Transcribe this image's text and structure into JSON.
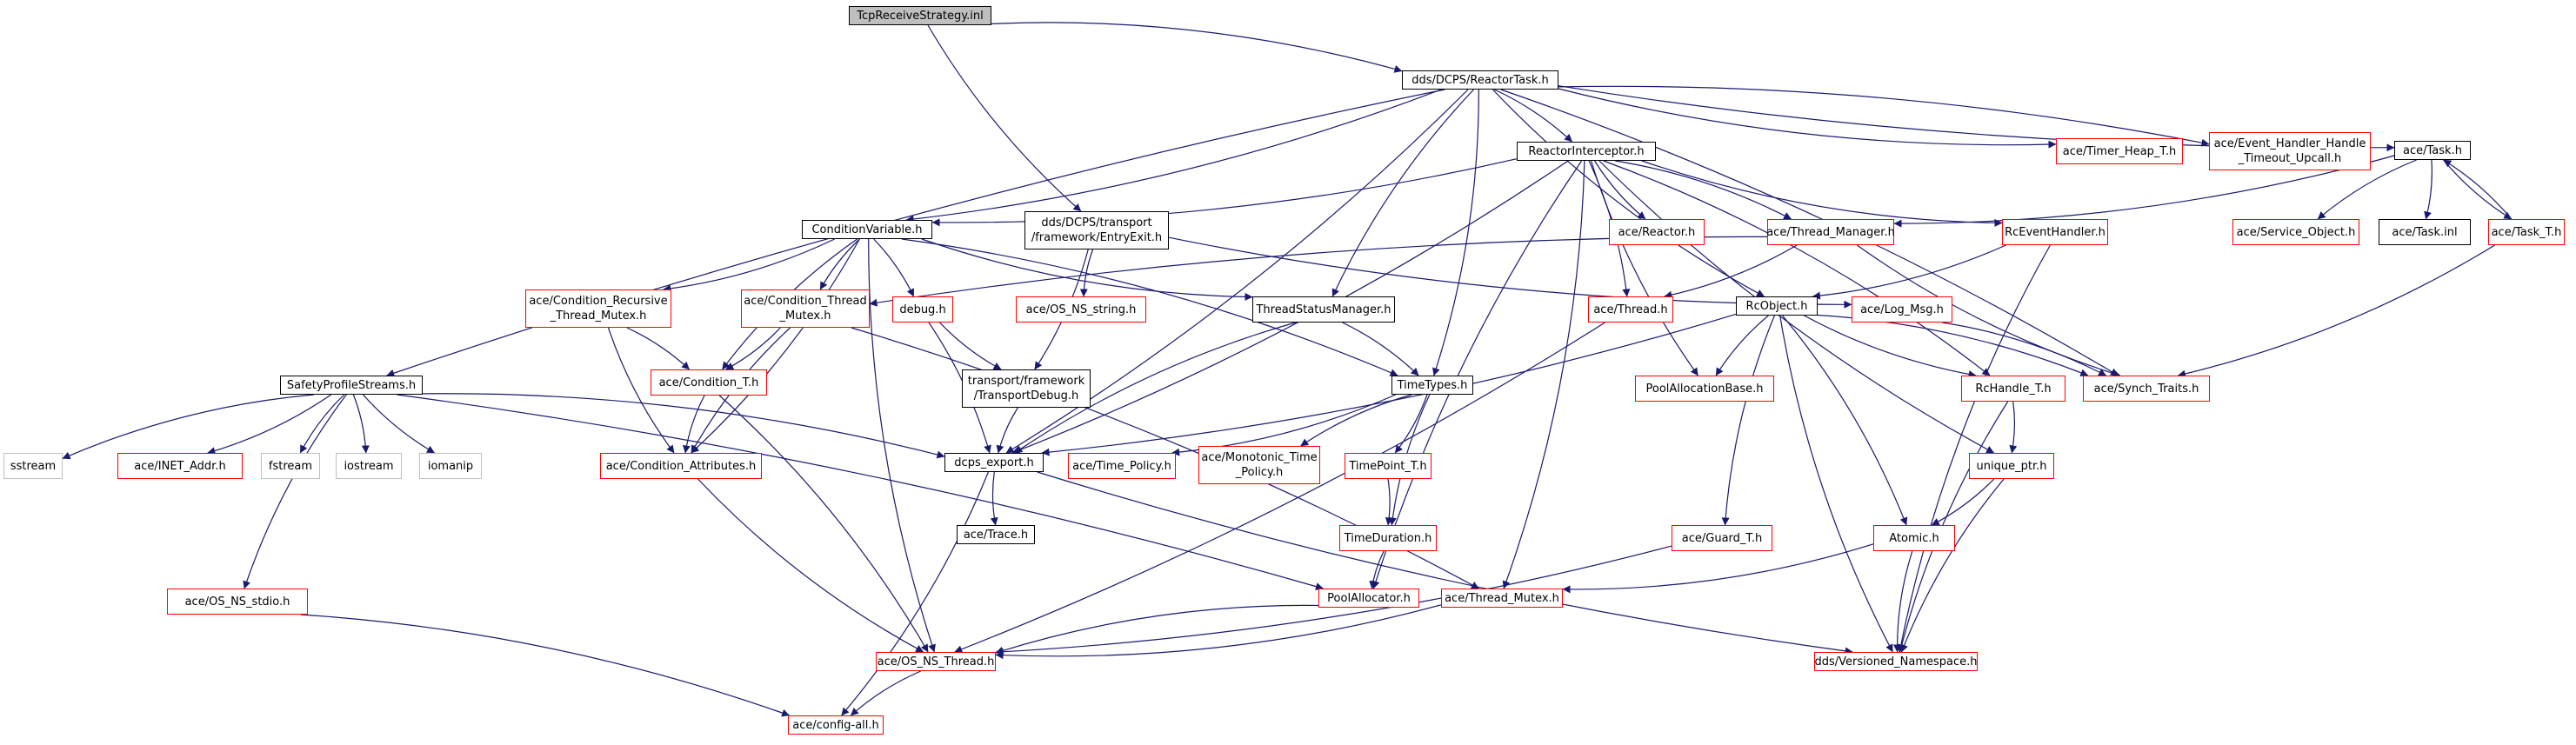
{
  "colors": {
    "edge": "#191970",
    "edge_outline": "#191970",
    "page_background": "#ffffff"
  },
  "graph": {
    "nodes": [
      {
        "id": "root",
        "label": "TcpReceiveStrategy.inl",
        "kind": "root"
      },
      {
        "id": "rtask",
        "label": "dds/DCPS/ReactorTask.h",
        "kind": "normal"
      },
      {
        "id": "entryexit",
        "label": "dds/DCPS/transport\n/framework/EntryExit.h",
        "kind": "normal"
      },
      {
        "id": "rinter",
        "label": "ReactorInterceptor.h",
        "kind": "normal"
      },
      {
        "id": "timerheap",
        "label": "ace/Timer_Heap_T.h",
        "kind": "red"
      },
      {
        "id": "evhandler",
        "label": "ace/Event_Handler_Handle\n_Timeout_Upcall.h",
        "kind": "red"
      },
      {
        "id": "task",
        "label": "ace/Task.h",
        "kind": "normal"
      },
      {
        "id": "condvar",
        "label": "ConditionVariable.h",
        "kind": "normal"
      },
      {
        "id": "reactor",
        "label": "ace/Reactor.h",
        "kind": "red"
      },
      {
        "id": "threadmgr",
        "label": "ace/Thread_Manager.h",
        "kind": "red"
      },
      {
        "id": "rceh",
        "label": "RcEventHandler.h",
        "kind": "red"
      },
      {
        "id": "svcobj",
        "label": "ace/Service_Object.h",
        "kind": "red"
      },
      {
        "id": "taskinl",
        "label": "ace/Task.inl",
        "kind": "normal"
      },
      {
        "id": "taskt",
        "label": "ace/Task_T.h",
        "kind": "red"
      },
      {
        "id": "osnsstring",
        "label": "ace/OS_NS_string.h",
        "kind": "red"
      },
      {
        "id": "condrec",
        "label": "ace/Condition_Recursive\n_Thread_Mutex.h",
        "kind": "red"
      },
      {
        "id": "condtm",
        "label": "ace/Condition_Thread\n_Mutex.h",
        "kind": "red"
      },
      {
        "id": "debug",
        "label": "debug.h",
        "kind": "red"
      },
      {
        "id": "tsm",
        "label": "ThreadStatusManager.h",
        "kind": "normal"
      },
      {
        "id": "thread",
        "label": "ace/Thread.h",
        "kind": "red"
      },
      {
        "id": "rcobject",
        "label": "RcObject.h",
        "kind": "normal"
      },
      {
        "id": "logmsg",
        "label": "ace/Log_Msg.h",
        "kind": "red"
      },
      {
        "id": "sps",
        "label": "SafetyProfileStreams.h",
        "kind": "normal"
      },
      {
        "id": "condt",
        "label": "ace/Condition_T.h",
        "kind": "red"
      },
      {
        "id": "transdebug",
        "label": "transport/framework\n/TransportDebug.h",
        "kind": "normal"
      },
      {
        "id": "timetypes",
        "label": "TimeTypes.h",
        "kind": "normal"
      },
      {
        "id": "poolallocbase",
        "label": "PoolAllocationBase.h",
        "kind": "red"
      },
      {
        "id": "rchandle",
        "label": "RcHandle_T.h",
        "kind": "red"
      },
      {
        "id": "synch",
        "label": "ace/Synch_Traits.h",
        "kind": "red"
      },
      {
        "id": "sstream",
        "label": "sstream",
        "kind": "ext"
      },
      {
        "id": "inet",
        "label": "ace/INET_Addr.h",
        "kind": "red"
      },
      {
        "id": "fstream",
        "label": "fstream",
        "kind": "ext"
      },
      {
        "id": "iostream",
        "label": "iostream",
        "kind": "ext"
      },
      {
        "id": "iomanip",
        "label": "iomanip",
        "kind": "ext"
      },
      {
        "id": "condattr",
        "label": "ace/Condition_Attributes.h",
        "kind": "red"
      },
      {
        "id": "dcpsexport",
        "label": "dcps_export.h",
        "kind": "normal"
      },
      {
        "id": "timepolicy",
        "label": "ace/Time_Policy.h",
        "kind": "red"
      },
      {
        "id": "monotonic",
        "label": "ace/Monotonic_Time\n_Policy.h",
        "kind": "red"
      },
      {
        "id": "timepoint",
        "label": "TimePoint_T.h",
        "kind": "red"
      },
      {
        "id": "uniqueptr",
        "label": "unique_ptr.h",
        "kind": "red"
      },
      {
        "id": "guard",
        "label": "ace/Guard_T.h",
        "kind": "red"
      },
      {
        "id": "acetrace",
        "label": "ace/Trace.h",
        "kind": "normal"
      },
      {
        "id": "timeduration",
        "label": "TimeDuration.h",
        "kind": "red"
      },
      {
        "id": "atomic",
        "label": "Atomic.h",
        "kind": "red"
      },
      {
        "id": "osnsstdio",
        "label": "ace/OS_NS_stdio.h",
        "kind": "red"
      },
      {
        "id": "poolalloc",
        "label": "PoolAllocator.h",
        "kind": "red"
      },
      {
        "id": "threadmutex",
        "label": "ace/Thread_Mutex.h",
        "kind": "red"
      },
      {
        "id": "osnsthread",
        "label": "ace/OS_NS_Thread.h",
        "kind": "red"
      },
      {
        "id": "versioned",
        "label": "dds/Versioned_Namespace.h",
        "kind": "red"
      },
      {
        "id": "configall",
        "label": "ace/config-all.h",
        "kind": "red"
      }
    ],
    "edges": [
      [
        "root",
        "rtask"
      ],
      [
        "root",
        "entryexit"
      ],
      [
        "rtask",
        "rinter"
      ],
      [
        "rtask",
        "timerheap"
      ],
      [
        "rtask",
        "evhandler"
      ],
      [
        "rtask",
        "task"
      ],
      [
        "rtask",
        "condvar"
      ],
      [
        "rtask",
        "sps"
      ],
      [
        "rtask",
        "dcpsexport"
      ],
      [
        "rtask",
        "tsm"
      ],
      [
        "rtask",
        "timetypes"
      ],
      [
        "rtask",
        "rcobject"
      ],
      [
        "rtask",
        "synch"
      ],
      [
        "entryexit",
        "osnsstring"
      ],
      [
        "entryexit",
        "transdebug"
      ],
      [
        "entryexit",
        "logmsg"
      ],
      [
        "rinter",
        "condvar"
      ],
      [
        "rinter",
        "reactor"
      ],
      [
        "rinter",
        "threadmgr"
      ],
      [
        "rinter",
        "rceh"
      ],
      [
        "rinter",
        "thread"
      ],
      [
        "rinter",
        "poolallocbase"
      ],
      [
        "rinter",
        "dcpsexport"
      ],
      [
        "rinter",
        "poolalloc"
      ],
      [
        "rinter",
        "threadmutex"
      ],
      [
        "rinter",
        "uniqueptr"
      ],
      [
        "rinter",
        "rchandle"
      ],
      [
        "task",
        "svcobj"
      ],
      [
        "task",
        "taskinl"
      ],
      [
        "task",
        "taskt"
      ],
      [
        "task",
        "threadmgr"
      ],
      [
        "taskt",
        "task"
      ],
      [
        "taskt",
        "synch"
      ],
      [
        "threadmgr",
        "condtm"
      ],
      [
        "threadmgr",
        "thread"
      ],
      [
        "threadmgr",
        "synch"
      ],
      [
        "rceh",
        "rcobject"
      ],
      [
        "rceh",
        "versioned"
      ],
      [
        "condvar",
        "condrec"
      ],
      [
        "condvar",
        "condtm"
      ],
      [
        "condvar",
        "debug"
      ],
      [
        "condvar",
        "tsm"
      ],
      [
        "condvar",
        "timetypes"
      ],
      [
        "condvar",
        "condt"
      ],
      [
        "condvar",
        "condattr"
      ],
      [
        "condvar",
        "osnsthread"
      ],
      [
        "condrec",
        "condt"
      ],
      [
        "condrec",
        "condattr"
      ],
      [
        "condtm",
        "condt"
      ],
      [
        "condtm",
        "condattr"
      ],
      [
        "condtm",
        "threadmutex"
      ],
      [
        "debug",
        "transdebug"
      ],
      [
        "debug",
        "dcpsexport"
      ],
      [
        "transdebug",
        "dcpsexport"
      ],
      [
        "tsm",
        "timetypes"
      ],
      [
        "tsm",
        "dcpsexport"
      ],
      [
        "thread",
        "osnsthread"
      ],
      [
        "rcobject",
        "poolallocbase"
      ],
      [
        "rcobject",
        "dcpsexport"
      ],
      [
        "rcobject",
        "rchandle"
      ],
      [
        "rcobject",
        "synch"
      ],
      [
        "rcobject",
        "guard"
      ],
      [
        "rcobject",
        "atomic"
      ],
      [
        "rcobject",
        "versioned"
      ],
      [
        "logmsg",
        "synch"
      ],
      [
        "condt",
        "condattr"
      ],
      [
        "condt",
        "osnsthread"
      ],
      [
        "condattr",
        "osnsthread"
      ],
      [
        "timetypes",
        "timepolicy"
      ],
      [
        "timetypes",
        "monotonic"
      ],
      [
        "timetypes",
        "timepoint"
      ],
      [
        "timetypes",
        "timeduration"
      ],
      [
        "timepoint",
        "timeduration"
      ],
      [
        "timeduration",
        "poolalloc"
      ],
      [
        "rchandle",
        "uniqueptr"
      ],
      [
        "rchandle",
        "versioned"
      ],
      [
        "uniqueptr",
        "atomic"
      ],
      [
        "uniqueptr",
        "versioned"
      ],
      [
        "atomic",
        "threadmutex"
      ],
      [
        "atomic",
        "versioned"
      ],
      [
        "guard",
        "osnsthread"
      ],
      [
        "sps",
        "sstream"
      ],
      [
        "sps",
        "inet"
      ],
      [
        "sps",
        "fstream"
      ],
      [
        "sps",
        "iostream"
      ],
      [
        "sps",
        "iomanip"
      ],
      [
        "sps",
        "dcpsexport"
      ],
      [
        "sps",
        "osnsstdio"
      ],
      [
        "sps",
        "poolalloc"
      ],
      [
        "dcpsexport",
        "acetrace"
      ],
      [
        "dcpsexport",
        "configall"
      ],
      [
        "dcpsexport",
        "versioned"
      ],
      [
        "osnsstdio",
        "configall"
      ],
      [
        "poolalloc",
        "osnsthread"
      ],
      [
        "threadmutex",
        "osnsthread"
      ],
      [
        "osnsthread",
        "configall"
      ]
    ]
  }
}
